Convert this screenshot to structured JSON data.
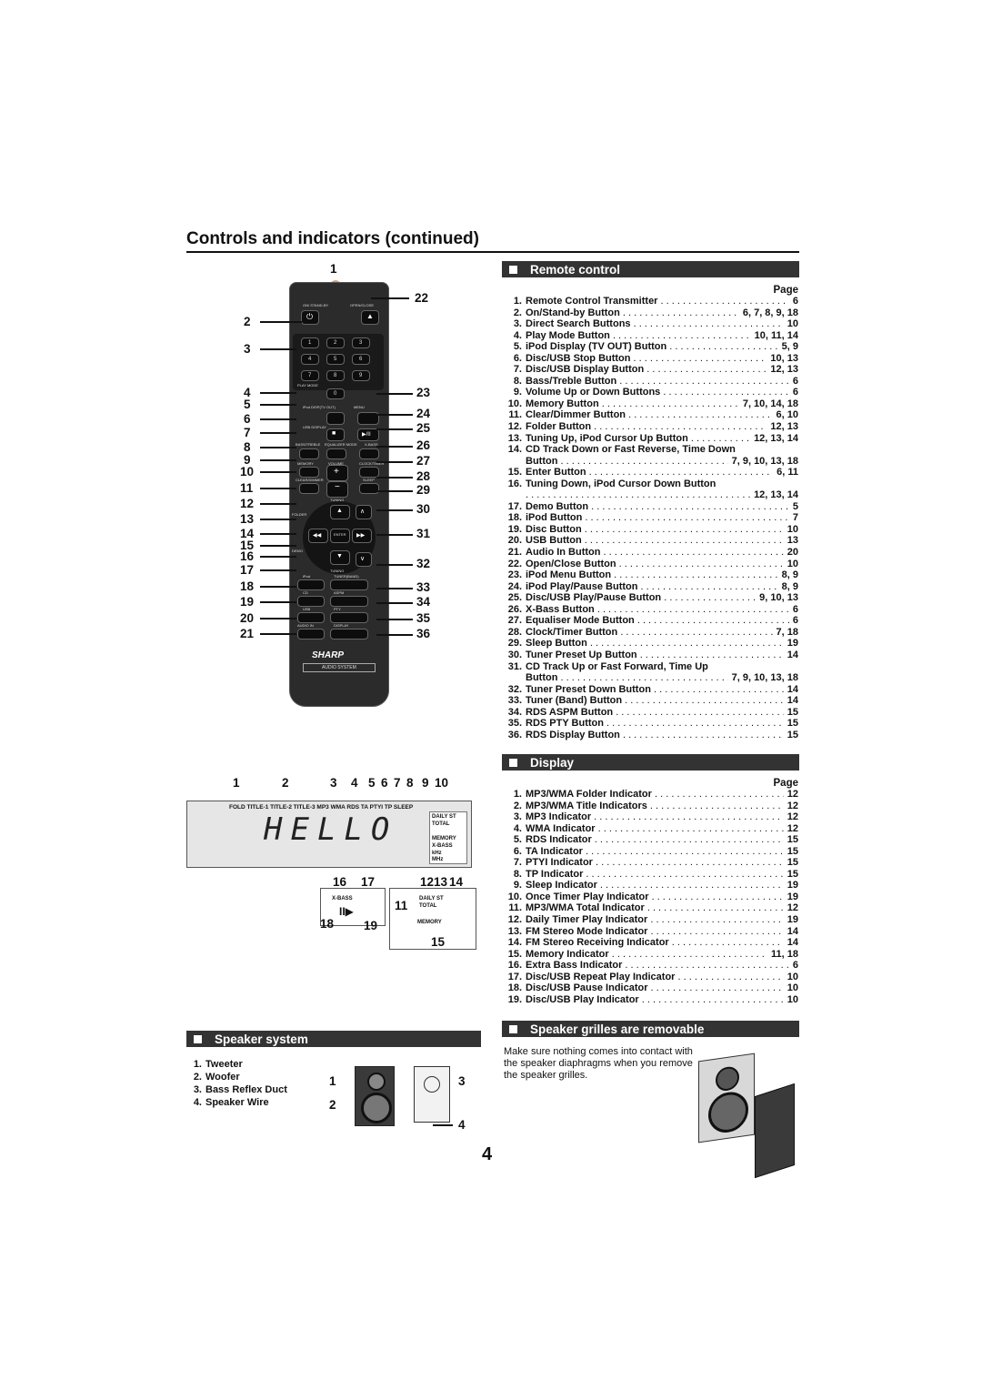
{
  "page_title": "Controls and indicators (continued)",
  "page_number": "4",
  "remote_section": {
    "heading": "Remote control",
    "page_label": "Page",
    "items": [
      {
        "n": "1.",
        "label": "Remote Control Transmitter",
        "page": "6"
      },
      {
        "n": "2.",
        "label": "On/Stand-by Button",
        "page": "6, 7, 8, 9, 18"
      },
      {
        "n": "3.",
        "label": "Direct Search Buttons",
        "page": "10"
      },
      {
        "n": "4.",
        "label": "Play Mode Button",
        "page": "10, 11, 14"
      },
      {
        "n": "5.",
        "label": "iPod Display (TV OUT) Button",
        "page": "5, 9"
      },
      {
        "n": "6.",
        "label": "Disc/USB Stop Button",
        "page": "10, 13"
      },
      {
        "n": "7.",
        "label": "Disc/USB Display Button",
        "page": "12, 13"
      },
      {
        "n": "8.",
        "label": "Bass/Treble Button",
        "page": "6"
      },
      {
        "n": "9.",
        "label": "Volume Up or Down Buttons",
        "page": "6"
      },
      {
        "n": "10.",
        "label": "Memory Button",
        "page": "7, 10, 14, 18"
      },
      {
        "n": "11.",
        "label": "Clear/Dimmer Button",
        "page": "6, 10"
      },
      {
        "n": "12.",
        "label": "Folder Button",
        "page": "12, 13"
      },
      {
        "n": "13.",
        "label": "Tuning Up, iPod Cursor Up Button",
        "page": "12, 13, 14"
      },
      {
        "n": "14.",
        "label": "CD Track Down or Fast Reverse, Time Down",
        "page": ""
      },
      {
        "n": "",
        "label": "Button",
        "page": "7, 9, 10, 13, 18"
      },
      {
        "n": "15.",
        "label": "Enter Button",
        "page": "6, 11"
      },
      {
        "n": "16.",
        "label": "Tuning Down, iPod Cursor Down Button",
        "page": ""
      },
      {
        "n": "",
        "label": "",
        "page": "12, 13, 14"
      },
      {
        "n": "17.",
        "label": "Demo Button",
        "page": "5"
      },
      {
        "n": "18.",
        "label": "iPod Button",
        "page": "7"
      },
      {
        "n": "19.",
        "label": "Disc Button",
        "page": "10"
      },
      {
        "n": "20.",
        "label": "USB Button",
        "page": "13"
      },
      {
        "n": "21.",
        "label": "Audio In Button",
        "page": "20"
      },
      {
        "n": "22.",
        "label": "Open/Close Button",
        "page": "10"
      },
      {
        "n": "23.",
        "label": "iPod Menu Button",
        "page": "8, 9"
      },
      {
        "n": "24.",
        "label": "iPod Play/Pause Button",
        "page": "8, 9"
      },
      {
        "n": "25.",
        "label": "Disc/USB Play/Pause Button",
        "page": "9, 10, 13"
      },
      {
        "n": "26.",
        "label": "X-Bass Button",
        "page": "6"
      },
      {
        "n": "27.",
        "label": "Equaliser Mode Button",
        "page": "6"
      },
      {
        "n": "28.",
        "label": "Clock/Timer Button",
        "page": "7, 18"
      },
      {
        "n": "29.",
        "label": "Sleep Button",
        "page": "19"
      },
      {
        "n": "30.",
        "label": "Tuner Preset Up Button",
        "page": "14"
      },
      {
        "n": "31.",
        "label": "CD Track Up or Fast Forward, Time Up",
        "page": ""
      },
      {
        "n": "",
        "label": "Button",
        "page": "7, 9, 10, 13, 18"
      },
      {
        "n": "32.",
        "label": "Tuner Preset Down Button",
        "page": "14"
      },
      {
        "n": "33.",
        "label": "Tuner (Band) Button",
        "page": "14"
      },
      {
        "n": "34.",
        "label": "RDS ASPM Button",
        "page": "15"
      },
      {
        "n": "35.",
        "label": "RDS PTY Button",
        "page": "15"
      },
      {
        "n": "36.",
        "label": "RDS Display Button",
        "page": "15"
      }
    ]
  },
  "display_section": {
    "heading": "Display",
    "page_label": "Page",
    "items": [
      {
        "n": "1.",
        "label": "MP3/WMA Folder Indicator",
        "page": "12"
      },
      {
        "n": "2.",
        "label": "MP3/WMA Title Indicators",
        "page": "12"
      },
      {
        "n": "3.",
        "label": "MP3 Indicator",
        "page": "12"
      },
      {
        "n": "4.",
        "label": "WMA Indicator",
        "page": "12"
      },
      {
        "n": "5.",
        "label": "RDS Indicator",
        "page": "15"
      },
      {
        "n": "6.",
        "label": "TA Indicator",
        "page": "15"
      },
      {
        "n": "7.",
        "label": "PTYI Indicator",
        "page": "15"
      },
      {
        "n": "8.",
        "label": "TP Indicator",
        "page": "15"
      },
      {
        "n": "9.",
        "label": "Sleep Indicator",
        "page": "19"
      },
      {
        "n": "10.",
        "label": "Once Timer Play Indicator",
        "page": "19"
      },
      {
        "n": "11.",
        "label": "MP3/WMA Total Indicator",
        "page": "12"
      },
      {
        "n": "12.",
        "label": "Daily Timer Play Indicator",
        "page": "19"
      },
      {
        "n": "13.",
        "label": "FM Stereo Mode Indicator",
        "page": "14"
      },
      {
        "n": "14.",
        "label": "FM Stereo Receiving Indicator",
        "page": "14"
      },
      {
        "n": "15.",
        "label": "Memory Indicator",
        "page": "11, 18"
      },
      {
        "n": "16.",
        "label": "Extra Bass Indicator",
        "page": "6"
      },
      {
        "n": "17.",
        "label": "Disc/USB Repeat Play Indicator",
        "page": "10"
      },
      {
        "n": "18.",
        "label": "Disc/USB Pause Indicator",
        "page": "10"
      },
      {
        "n": "19.",
        "label": "Disc/USB Play Indicator",
        "page": "10"
      }
    ]
  },
  "speaker_section": {
    "heading": "Speaker system",
    "items": [
      {
        "n": "1.",
        "label": "Tweeter"
      },
      {
        "n": "2.",
        "label": "Woofer"
      },
      {
        "n": "3.",
        "label": "Bass Reflex Duct"
      },
      {
        "n": "4.",
        "label": "Speaker Wire"
      }
    ],
    "callouts": [
      "1",
      "2",
      "3",
      "4"
    ]
  },
  "grilles_section": {
    "heading": "Speaker grilles are removable",
    "text": "Make sure nothing comes into contact with the speaker diaphragms when you remove the speaker grilles."
  },
  "remote_image": {
    "brand": "SHARP",
    "subtitle": "AUDIO SYSTEM",
    "left_callouts": [
      "2",
      "3",
      "4",
      "5",
      "6",
      "7",
      "8",
      "9",
      "10",
      "11",
      "12",
      "13",
      "14",
      "15",
      "16",
      "17",
      "18",
      "19",
      "20",
      "21"
    ],
    "right_callouts": [
      "22",
      "23",
      "24",
      "25",
      "26",
      "27",
      "28",
      "29",
      "30",
      "31",
      "32",
      "33",
      "34",
      "35",
      "36"
    ],
    "top_callout": "1",
    "keypad": [
      "1",
      "2",
      "3",
      "4",
      "5",
      "6",
      "7",
      "8",
      "9",
      "0"
    ],
    "button_labels": {
      "standby": "ON/ STAND-BY",
      "open_close": "OPEN/CLOSE",
      "play_mode": "PLAY MODE",
      "ipod_disp": "iPod DISP(TV OUT)",
      "menu": "MENU",
      "disc_usb_disp": "USB DISPLAY",
      "bass_treble": "BASS/TREBLE",
      "equalizer": "EQUALIZER MODE",
      "xbass": "X-BASS",
      "memory": "MEMORY",
      "volume": "VOLUME",
      "clock_timer": "CLOCK/TIMER",
      "clear_dimmer": "CLEAR/DIMMER",
      "sleep": "SLEEP",
      "tuning": "TUNING",
      "folder": "FOLDER",
      "enter": "ENTER",
      "demo": "DEMO",
      "tuning2": "TUNING",
      "ipod": "iPod",
      "tuner_band": "TUNER(BAND)",
      "cd": "CD",
      "aspm": "ASPM",
      "usb": "USB",
      "pty": "PTY",
      "audio_in": "AUDIO IN",
      "display": "DISPLAY"
    }
  },
  "lcd_image": {
    "top_callouts": [
      "1",
      "2",
      "3",
      "4",
      "5",
      "6",
      "7",
      "8",
      "9",
      "10"
    ],
    "strip": "FOLD TITLE-1 TITLE-2 TITLE-3  MP3  WMA  RDS TA PTYI TP SLEEP",
    "message": "HELLO",
    "right_labels": [
      "DAILY ST",
      "TOTAL",
      "MEMORY",
      "X-BASS",
      "kHz",
      "MHz"
    ],
    "detail_callouts_left": [
      "16",
      "17",
      "18",
      "19"
    ],
    "detail_left_label": "X-BASS",
    "detail_callouts_right": [
      "12",
      "13",
      "14",
      "11",
      "15"
    ],
    "detail_right_labels": [
      "DAILY ST",
      "TOTAL",
      "MEMORY"
    ]
  },
  "colors": {
    "heading_bg": "#333333",
    "remote_body": "#2b2b2b"
  }
}
